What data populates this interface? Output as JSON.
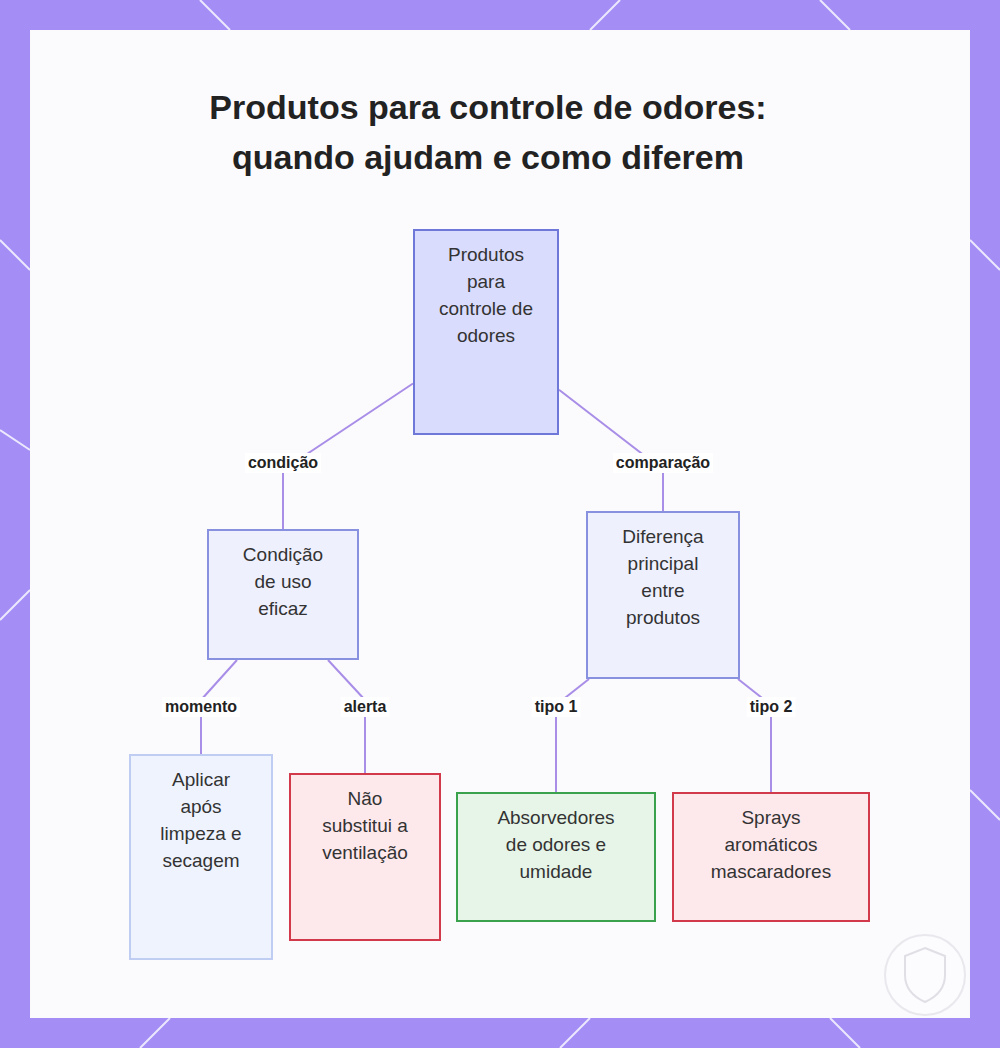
{
  "diagram": {
    "title": "Produtos para controle de odores: quando ajudam e como diferem",
    "nodes": [
      {
        "text": [
          "Produtos para controle de odores"
        ]
      },
      {
        "text": [
          "Condição de uso eficaz"
        ]
      },
      {
        "text": [
          "Diferença principal entre produtos"
        ]
      },
      {
        "text": [
          "Aplicar após limpeza e secagem"
        ]
      },
      {
        "text": [
          "Não substitui a ventilação"
        ]
      },
      {
        "text": [
          "Absorvedores de odores e umidade"
        ]
      },
      {
        "text": [
          "Sprays aromáticos mascaradores"
        ]
      }
    ],
    "edges": [
      {
        "from": 0,
        "to": 1,
        "label": "condição",
        "arrow": "none"
      },
      {
        "from": 0,
        "to": 2,
        "label": "comparação",
        "arrow": "none"
      },
      {
        "from": 1,
        "to": 3,
        "label": "momento",
        "arrow": "none"
      },
      {
        "from": 1,
        "to": 4,
        "label": "alerta",
        "arrow": "none"
      },
      {
        "from": 2,
        "to": 5,
        "label": "tipo 1",
        "arrow": "none"
      },
      {
        "from": 2,
        "to": 6,
        "label": "tipo 2",
        "arrow": "none"
      }
    ]
  }
}
